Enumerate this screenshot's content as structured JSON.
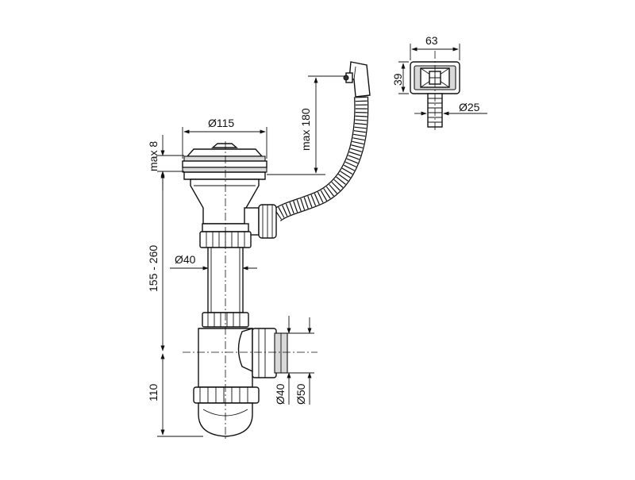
{
  "dimensions": {
    "overflow_width": "63",
    "overflow_height": "39",
    "hose_end_diameter": "Ø25",
    "bowl_diameter": "Ø115",
    "flange_height": "max 8",
    "overflow_distance": "max 180",
    "tube_diameter": "Ø40",
    "drain_height": "155 - 260",
    "trap_height": "110",
    "outlet_diameter_small": "Ø40",
    "outlet_diameter_large": "Ø50"
  },
  "colors": {
    "line": "#111111",
    "fill": "#d9d9d9",
    "background": "#ffffff"
  }
}
